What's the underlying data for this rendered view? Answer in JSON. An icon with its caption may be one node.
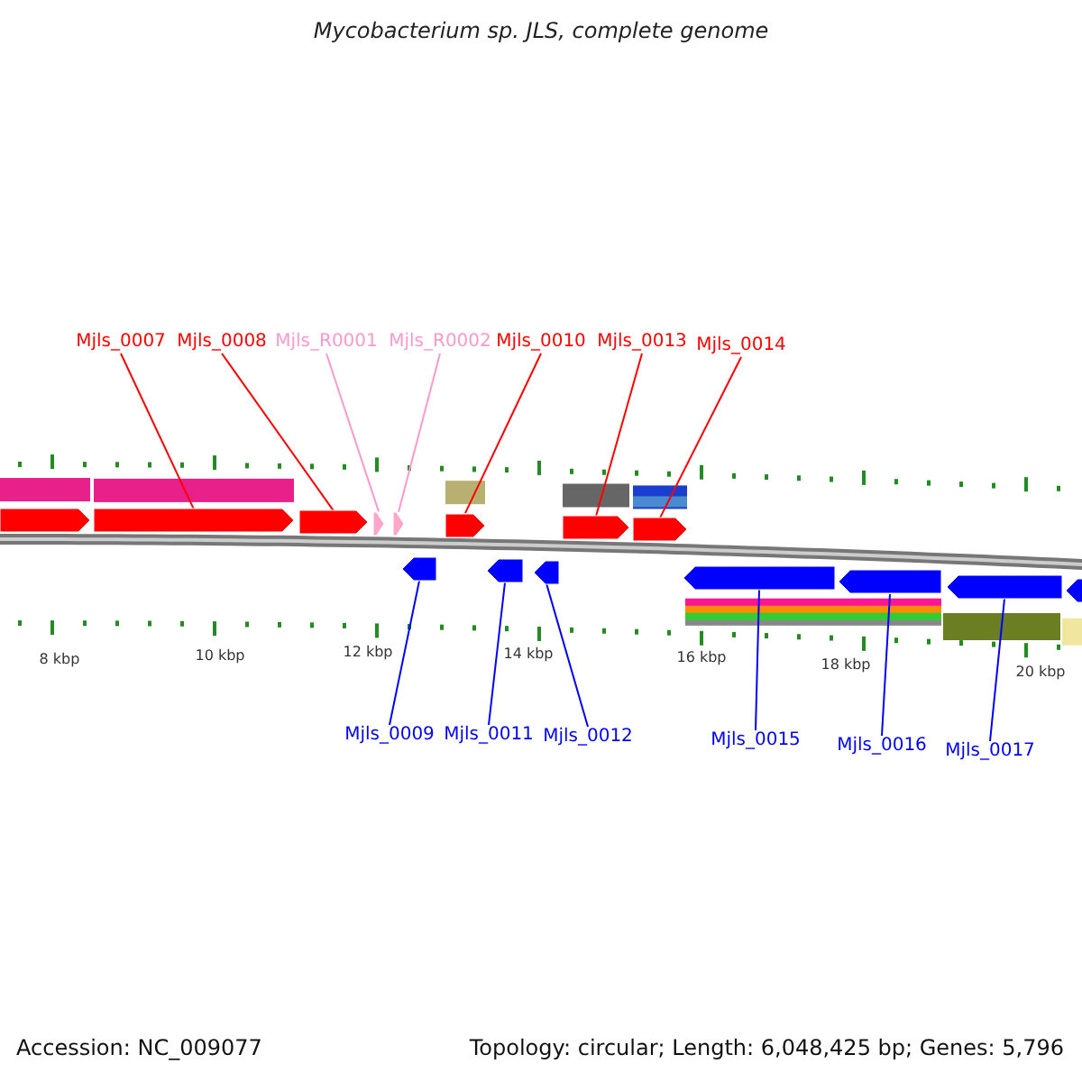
{
  "diagram": {
    "title": "Mycobacterium sp. JLS, complete genome",
    "nodes": [
      {
        "text": [
          "Mjls_0007"
        ]
      },
      {
        "text": [
          "Mjls_0008"
        ]
      },
      {
        "text": [
          "Mjls_R0001"
        ]
      },
      {
        "text": [
          "Mjls_R0002"
        ]
      },
      {
        "text": [
          "Mjls_0010"
        ]
      },
      {
        "text": [
          "Mjls_0013"
        ]
      },
      {
        "text": [
          "Mjls_0014"
        ]
      },
      {
        "text": [],
        "shape": "bar"
      },
      {
        "text": [],
        "shape": "bar"
      },
      {
        "text": [],
        "shape": "bar"
      },
      {
        "text": [],
        "shape": "bar"
      },
      {
        "text": [],
        "shape": "bar"
      },
      {
        "text": [],
        "shape": "bar"
      },
      {
        "text": [],
        "shape": "bar"
      },
      {
        "text": [],
        "shape": "bar"
      },
      {
        "text": [],
        "shape": "bar"
      },
      {
        "text": [],
        "shape": "bar"
      },
      {
        "text": [],
        "shape": "bar"
      },
      {
        "text": [],
        "shape": "bar"
      },
      {
        "text": [],
        "shape": "bar"
      },
      {
        "text": [],
        "shape": "bar"
      },
      {
        "text": [],
        "shape": "bar"
      },
      {
        "text": [
          "Mjls_0009"
        ]
      },
      {
        "text": [
          "Mjls_0011"
        ]
      },
      {
        "text": [
          "Mjls_0012"
        ]
      },
      {
        "text": [
          "Mjls_0015"
        ]
      },
      {
        "text": [
          "Mjls_0016"
        ]
      },
      {
        "text": [
          "Mjls_0017"
        ]
      }
    ],
    "edges": [
      {
        "from": 0,
        "to": 8,
        "arrow": "none",
        "color": "#ff0000"
      },
      {
        "from": 1,
        "to": 9,
        "arrow": "none",
        "color": "#ff0000"
      },
      {
        "from": 2,
        "to": 10,
        "arrow": "none",
        "color": "#ff99cc"
      },
      {
        "from": 3,
        "to": 11,
        "arrow": "none",
        "color": "#ff99cc"
      },
      {
        "from": 4,
        "to": 12,
        "arrow": "none",
        "color": "#ff0000"
      },
      {
        "from": 5,
        "to": 13,
        "arrow": "none",
        "color": "#ff0000"
      },
      {
        "from": 6,
        "to": 14,
        "arrow": "none",
        "color": "#ff0000"
      },
      {
        "from": 22,
        "to": 15,
        "arrow": "none",
        "color": "#0000ff"
      },
      {
        "from": 23,
        "to": 16,
        "arrow": "none",
        "color": "#0000ff"
      },
      {
        "from": 24,
        "to": 17,
        "arrow": "none",
        "color": "#0000ff"
      },
      {
        "from": 25,
        "to": 18,
        "arrow": "none",
        "color": "#0000ff"
      },
      {
        "from": 26,
        "to": 19,
        "arrow": "none",
        "color": "#0000ff"
      },
      {
        "from": 27,
        "to": 20,
        "arrow": "none",
        "color": "#0000ff"
      }
    ],
    "labels": [
      "8 kbp",
      "10 kbp",
      "12 kbp",
      "14 kbp",
      "16 kbp",
      "18 kbp",
      "20 kbp",
      "Accession: NC_009077",
      "Topology: circular; Length: 6,048,425 bp; Genes: 5,796"
    ]
  }
}
